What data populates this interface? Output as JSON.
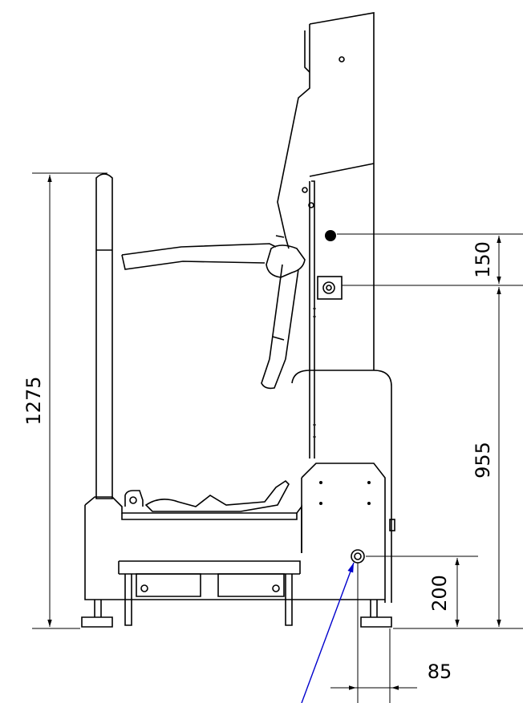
{
  "dimensions": {
    "total_height": "1275",
    "upper_offset": "150",
    "mid_height": "955",
    "low_height": "200",
    "width_offset": "85"
  },
  "colors": {
    "line": "#000000",
    "leader": "#0000cc",
    "background": "#ffffff"
  }
}
